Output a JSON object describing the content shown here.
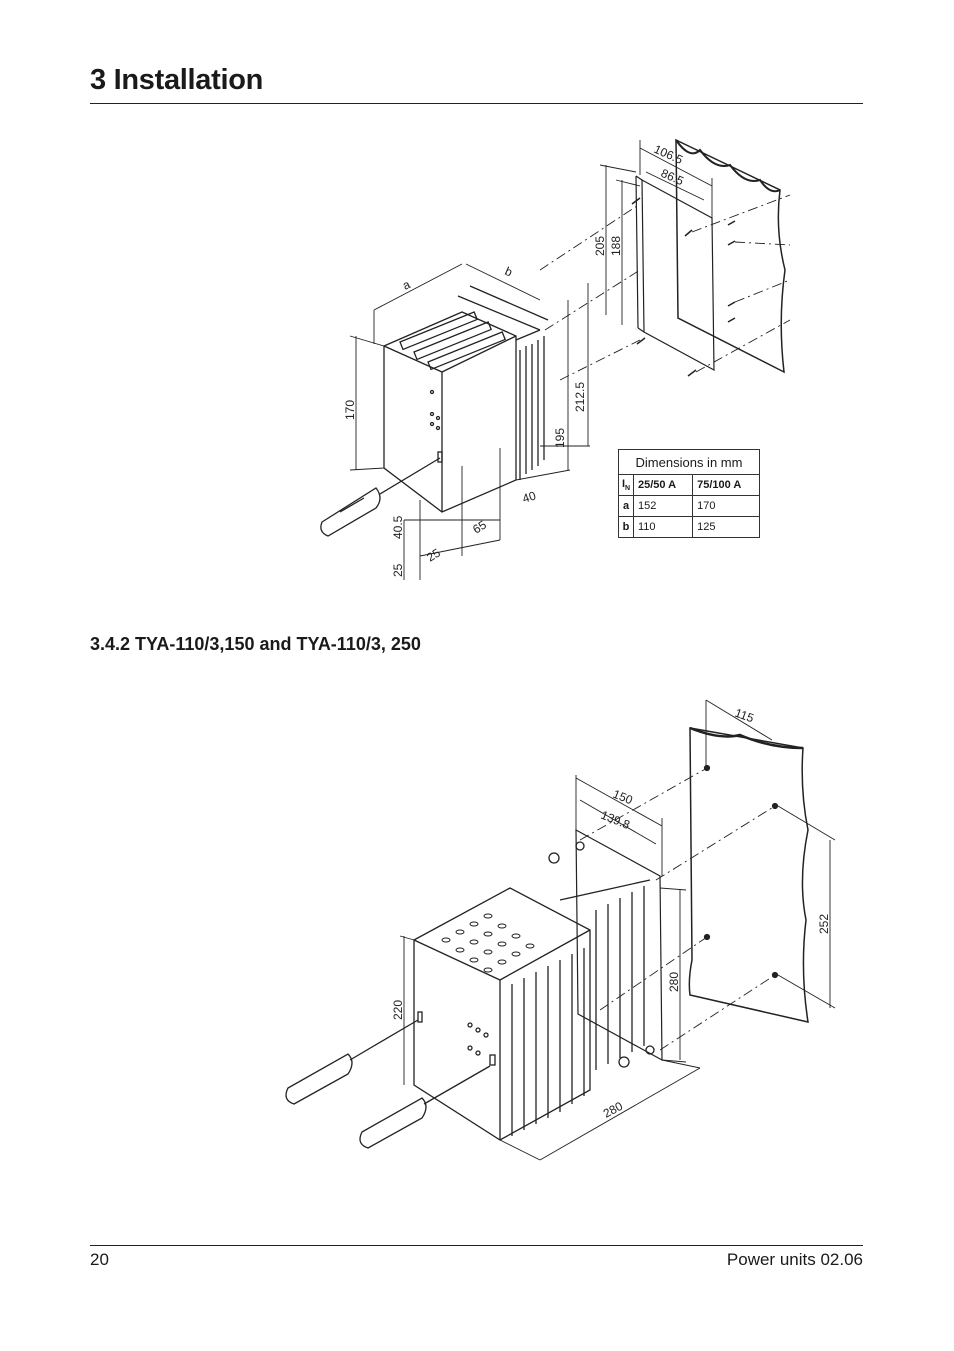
{
  "header": {
    "title": "3 Installation"
  },
  "figure1": {
    "dimension_labels": {
      "a": "a",
      "b": "b",
      "d106": "106.5",
      "d86": "86.5",
      "d205": "205",
      "d188": "188",
      "d170": "170",
      "d212": "212.5",
      "d195": "195",
      "d40": "40",
      "d405": "40.5",
      "d25a": "25",
      "d65": "65",
      "d25b": "25"
    },
    "table": {
      "caption": "Dimensions in mm",
      "row_header_in": "I",
      "row_header_in_sub": "N",
      "columns": [
        "25/50 A",
        "75/100 A"
      ],
      "rows": [
        {
          "label": "a",
          "values": [
            "152",
            "170"
          ]
        },
        {
          "label": "b",
          "values": [
            "110",
            "125"
          ]
        }
      ]
    }
  },
  "section": {
    "title": "3.4.2 TYA-110/3,150 and TYA-110/3, 250"
  },
  "figure2": {
    "dimension_labels": {
      "d115": "115",
      "d150": "150",
      "d139": "139.8",
      "d252": "252",
      "d280v": "280",
      "d220": "220",
      "d280h": "280"
    }
  },
  "footer": {
    "page_number": "20",
    "doc_ref": "Power units 02.06"
  }
}
